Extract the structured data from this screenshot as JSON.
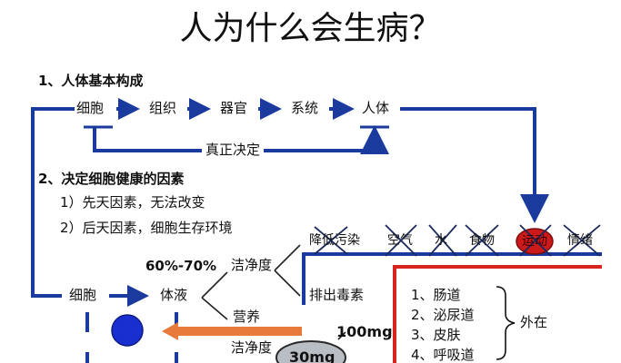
{
  "title": "人为什么会生病？",
  "section1": {
    "heading": "1、人体基本构成",
    "flow": [
      "细胞",
      "组织",
      "器官",
      "系统",
      "人体"
    ],
    "decides_label": "真正决定"
  },
  "section2": {
    "heading": "2、决定细胞健康的因素",
    "item1": "1）先天因素，无法改变",
    "item2": "2）后天因素，细胞生存环境"
  },
  "factors": [
    "降低污染",
    "空气",
    "水",
    "食物",
    "运动",
    "情绪"
  ],
  "lower_flow": {
    "cell": "细胞",
    "body_fluid": "体液",
    "percent": "60%-70%",
    "cleanliness": "洁净度",
    "nutrition": "营养",
    "cleanliness2": "洁净度",
    "detox": "排出毒素",
    "amount_100": "100mg",
    "amount_30": "30mg"
  },
  "organs": {
    "items": [
      "1、肠道",
      "2、泌尿道",
      "3、皮肤",
      "4、呼吸道"
    ],
    "label": "外在"
  },
  "colors": {
    "blue": "#1a3a9e",
    "red": "#d8241f",
    "orange": "#e87a3b"
  }
}
